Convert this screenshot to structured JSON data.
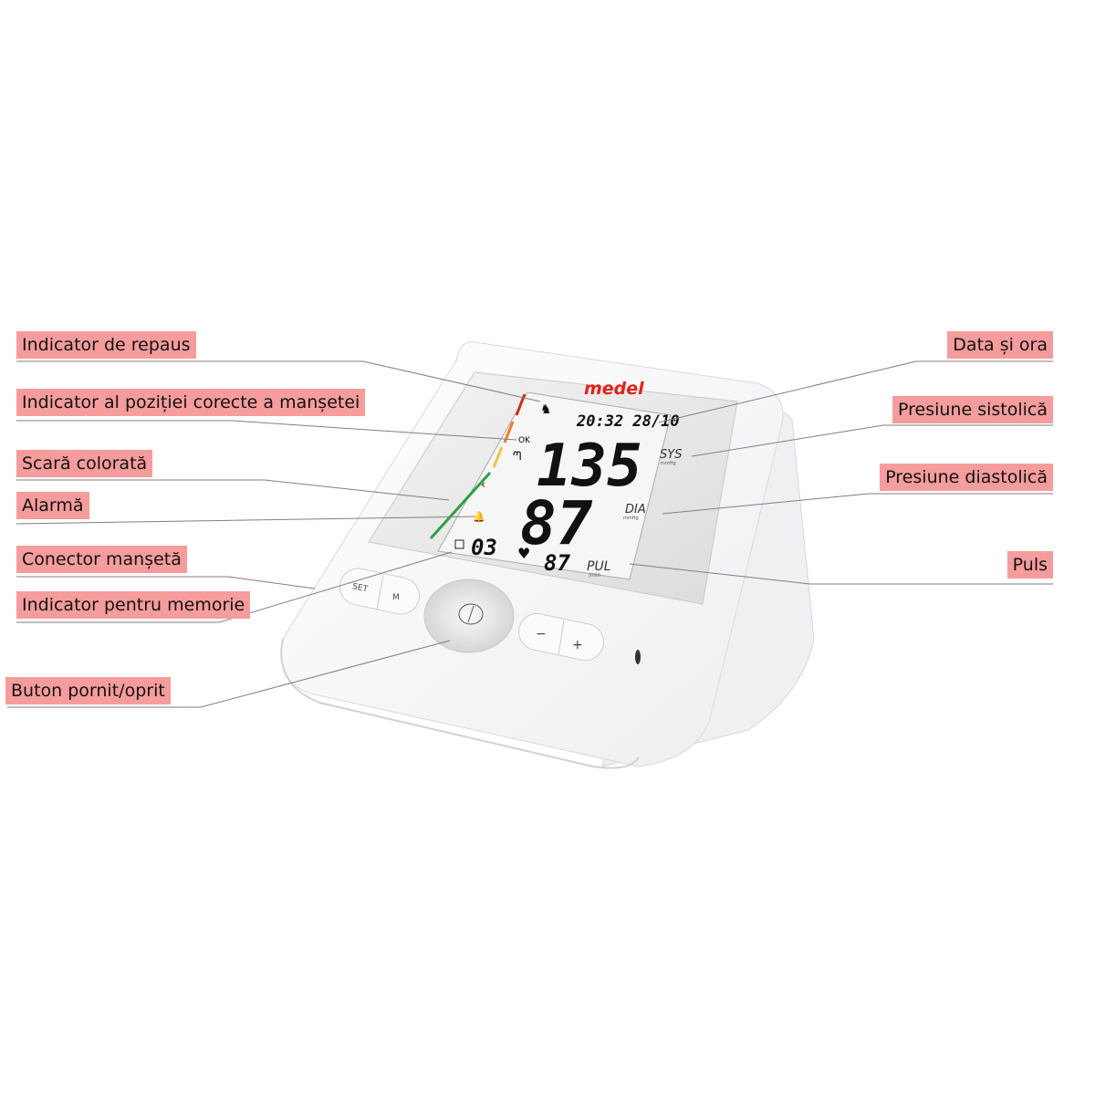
{
  "brand": "medel",
  "labels_left": [
    {
      "id": "rest",
      "text": "Indicator de repaus"
    },
    {
      "id": "cuff-position",
      "text": "Indicator al poziției corecte a manșetei"
    },
    {
      "id": "color-scale",
      "text": "Scară colorată"
    },
    {
      "id": "alarm",
      "text": "Alarmă"
    },
    {
      "id": "cuff-connector",
      "text": "Conector manșetă"
    },
    {
      "id": "memory",
      "text": "Indicator pentru memorie"
    },
    {
      "id": "power",
      "text": "Buton pornit/oprit"
    }
  ],
  "labels_right": [
    {
      "id": "datetime",
      "text": "Data și ora"
    },
    {
      "id": "systolic",
      "text": "Presiune sistolică"
    },
    {
      "id": "diastolic",
      "text": "Presiune diastolică"
    },
    {
      "id": "pulse",
      "text": "Puls"
    }
  ],
  "display": {
    "datetime": "20:32 28/10",
    "sys": "135",
    "sys_label": "SYS",
    "sys_unit": "mmHg",
    "dia": "87",
    "dia_label": "DIA",
    "dia_unit": "mmHg",
    "pulse": "87",
    "pulse_label": "PUL",
    "pulse_unit": "/min",
    "memory": "03",
    "memory_icon": "M",
    "ok": "OK"
  },
  "buttons": {
    "set": "SET",
    "m": "M",
    "minus": "−",
    "plus": "+"
  },
  "colors": {
    "label_bg": "#f79c9c",
    "leader": "#8a7b7b",
    "brand": "#e2231a"
  }
}
